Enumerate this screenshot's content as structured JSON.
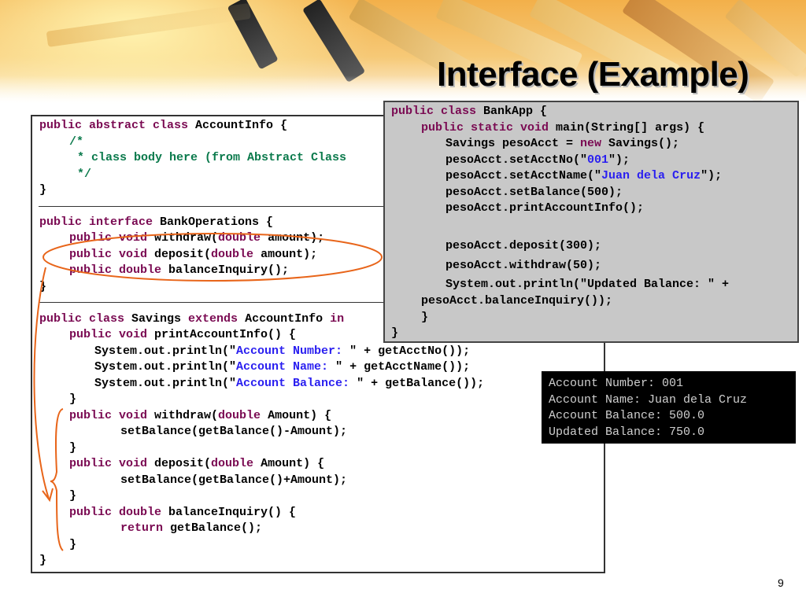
{
  "slide": {
    "title": "Interface (Example)",
    "page_number": "9"
  },
  "main_code": {
    "abstract_class": {
      "header": {
        "kw": "public abstract class ",
        "rest": "AccountInfo {"
      },
      "comment_open": "/*",
      "comment_body": "* class body here (from Abstract Class",
      "comment_close": "*/",
      "close": "}"
    },
    "interface": {
      "header": {
        "kw1": "public ",
        "kw2": "interface ",
        "rest": "BankOperations {"
      },
      "withdraw": {
        "kw1": "public ",
        "kw2": "void ",
        "name": "withdraw(",
        "kw3": "double ",
        "rest": "amount);"
      },
      "deposit": {
        "kw1": "public ",
        "kw2": "void ",
        "name": "deposit(",
        "kw3": "double ",
        "rest": "amount);"
      },
      "balance": {
        "kw1": "public ",
        "kw2": "double ",
        "rest": "balanceInquiry();"
      },
      "close": "}"
    },
    "savings": {
      "header": {
        "kw1": "public ",
        "kw2": "class ",
        "name": "Savings ",
        "kw3": "extends ",
        "rest": "AccountInfo ",
        "kw4": "in"
      },
      "print_info": {
        "kw1": "public ",
        "kw2": "void ",
        "rest": "printAccountInfo() {"
      },
      "println1": {
        "pre": "System.out.println(\"",
        "str": "Account Number: ",
        "post": "\" + getAcctNo());"
      },
      "println2": {
        "pre": "System.out.println(\"",
        "str": "Account Name: ",
        "post": "\" + getAcctName());"
      },
      "println3": {
        "pre": "System.out.println(\"",
        "str": "Account Balance: ",
        "post": "\" + getBalance());"
      },
      "close1": "}",
      "withdraw_sig": {
        "kw1": "public ",
        "kw2": "void ",
        "name": "withdraw(",
        "kw3": "double ",
        "rest": "Amount) {"
      },
      "withdraw_body": "setBalance(getBalance()-Amount);",
      "close2": "}",
      "deposit_sig": {
        "kw1": "public ",
        "kw2": "void ",
        "name": "deposit(",
        "kw3": "double ",
        "rest": "Amount) {"
      },
      "deposit_body": "setBalance(getBalance()+Amount);",
      "close3": "}",
      "balance_sig": {
        "kw1": "public ",
        "kw2": "double ",
        "rest": "balanceInquiry() {"
      },
      "balance_body": {
        "kw": "return ",
        "rest": "getBalance();"
      },
      "close4": "}",
      "close_class": "}"
    }
  },
  "bankapp_code": {
    "class_header": {
      "kw1": "public ",
      "kw2": "class ",
      "rest": "BankApp {"
    },
    "main_sig": {
      "kw1": "public ",
      "kw2": "static ",
      "kw3": "void ",
      "rest": "main(String[] args) {"
    },
    "new_savings": {
      "pre": "Savings pesoAcct = ",
      "kw": "new ",
      "post": "Savings();"
    },
    "set_no": {
      "pre": "pesoAcct.setAcctNo(\"",
      "str": "001",
      "post": "\");"
    },
    "set_name": {
      "pre": "pesoAcct.setAcctName(\"",
      "str": "Juan dela Cruz",
      "post": "\");"
    },
    "set_balance": "pesoAcct.setBalance(500);",
    "print_info": "pesoAcct.printAccountInfo();",
    "deposit": "pesoAcct.deposit(300);",
    "withdraw": "pesoAcct.withdraw(50);",
    "println": "System.out.println(\"Updated Balance: \" +",
    "println_cont": "pesoAcct.balanceInquiry());",
    "close_main": "}",
    "close_class": "}"
  },
  "console": {
    "lines": [
      "Account Number: 001",
      "Account Name: Juan dela Cruz",
      "Account Balance: 500.0",
      "Updated Balance: 750.0"
    ]
  },
  "colors": {
    "keyword": "#7a0a52",
    "comment": "#0b7a4c",
    "string": "#2a1ff0",
    "annotation": "#e8651a",
    "bankapp_bg": "#c8c8c8",
    "console_bg": "#000000"
  }
}
